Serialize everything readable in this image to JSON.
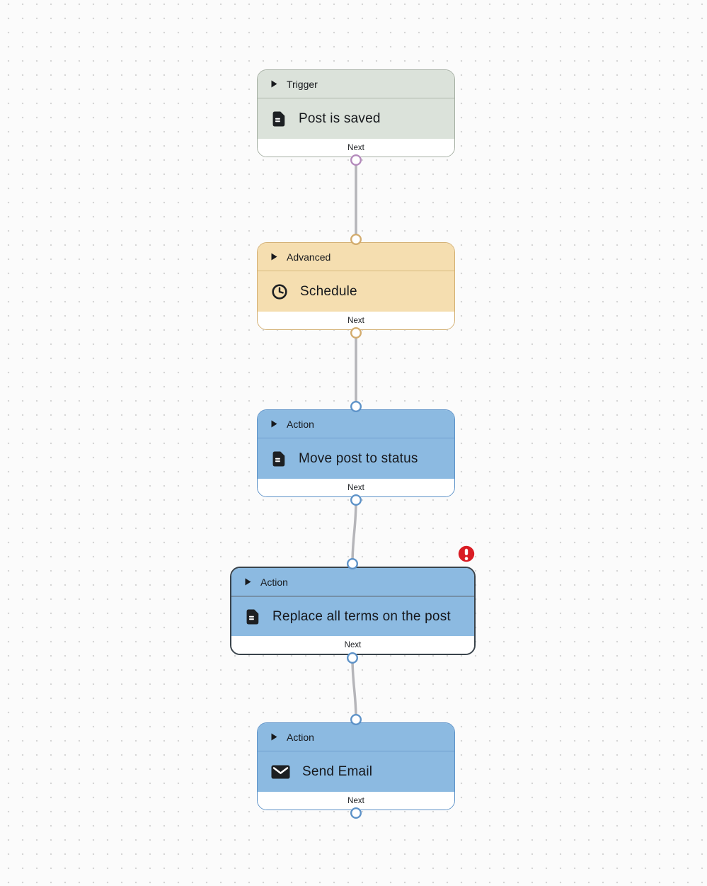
{
  "canvas": {
    "background_color": "#fbfbfb",
    "dot_color": "#d5d5d5"
  },
  "connectors": {
    "line_color": "#b5b5b9",
    "port_fill": "#ffffff"
  },
  "nodes": [
    {
      "category": "Trigger",
      "title": "Post is saved",
      "icon": "document-icon",
      "next_label": "Next",
      "fill": "#dbe2da",
      "border": "#a5afa3",
      "port_color": "#b48abc",
      "selected": false,
      "has_error": false
    },
    {
      "category": "Advanced",
      "title": "Schedule",
      "icon": "clock-icon",
      "next_label": "Next",
      "fill": "#f5deb0",
      "border": "#d3af72",
      "port_color": "#d3ac6e",
      "selected": false,
      "has_error": false
    },
    {
      "category": "Action",
      "title": "Move post to status",
      "icon": "document-icon",
      "next_label": "Next",
      "fill": "#8cbae1",
      "border": "#5d92c8",
      "port_color": "#5d92c8",
      "selected": false,
      "has_error": false
    },
    {
      "category": "Action",
      "title": "Replace all terms on the post",
      "icon": "document-icon",
      "next_label": "Next",
      "fill": "#8cbae1",
      "border": "#39434b",
      "port_color": "#5d92c8",
      "selected": true,
      "has_error": true,
      "error_badge_color": "#d91c24"
    },
    {
      "category": "Action",
      "title": "Send Email",
      "icon": "envelope-icon",
      "next_label": "Next",
      "fill": "#8cbae1",
      "border": "#5d92c8",
      "port_color": "#5d92c8",
      "selected": false,
      "has_error": false
    }
  ]
}
